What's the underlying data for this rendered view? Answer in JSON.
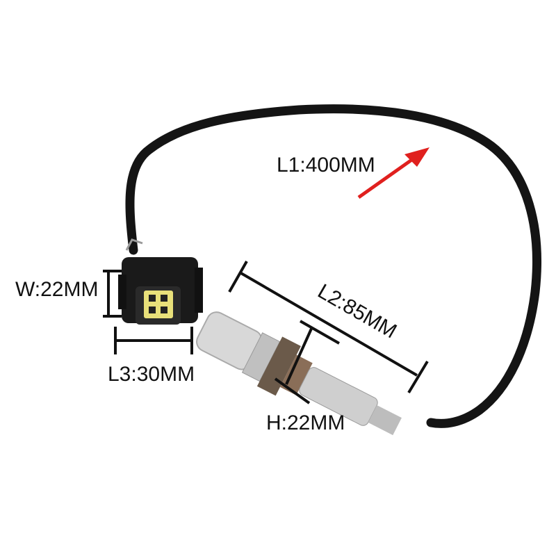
{
  "labels": {
    "cable_length": "L1:400MM",
    "probe_length": "L2:85MM",
    "connector_width": "W:22MM",
    "connector_length": "L3:30MM",
    "hex_size": "H:22MM"
  },
  "colors": {
    "cable": "#141414",
    "arrow": "#e0201e",
    "connector_pins": "#e8e07a",
    "sensor_metal": "#c9c9c9",
    "hex_nut": "#6b5a4a"
  }
}
